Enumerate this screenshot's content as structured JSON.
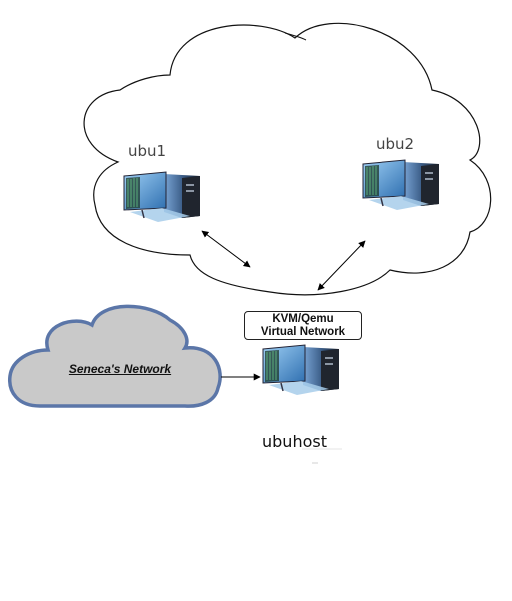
{
  "nodes": {
    "vm1": {
      "label": "ubu1"
    },
    "vm2": {
      "label": "ubu2"
    },
    "host": {
      "label": "ubuhost"
    }
  },
  "virtual_network": {
    "line1": "KVM/Qemu",
    "line2": "Virtual Network"
  },
  "external_network": {
    "label": "Seneca's Network"
  },
  "colors": {
    "outer_cloud_stroke": "#111111",
    "seneca_cloud_fill": "#c9c9c9",
    "seneca_cloud_stroke": "#5b76a8",
    "arrow": "#000000"
  },
  "icons": {
    "computer": "pc-tower-with-monitor-icon"
  }
}
